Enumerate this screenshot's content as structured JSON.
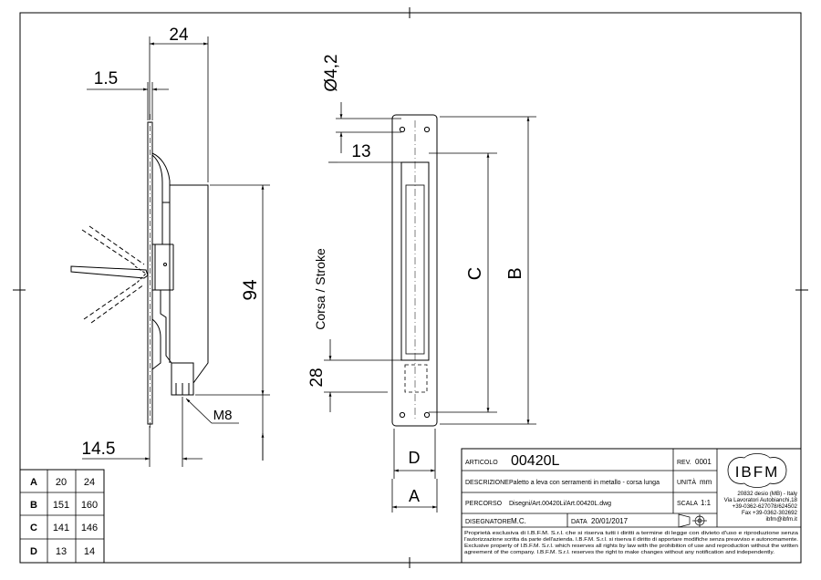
{
  "dimensions": {
    "width_24": "24",
    "thickness": "1.5",
    "hole_dia": "Ø4,2",
    "slot_offset": "13",
    "height_94": "94",
    "stroke_label": "Corsa / Stroke",
    "stroke_28": "28",
    "depth_14_5": "14.5",
    "thread": "M8",
    "dim_c": "C",
    "dim_b": "B",
    "dim_d": "D",
    "dim_a": "A"
  },
  "variants_table": {
    "rows": [
      {
        "label": "A",
        "v1": "20",
        "v2": "24"
      },
      {
        "label": "B",
        "v1": "151",
        "v2": "160"
      },
      {
        "label": "C",
        "v1": "141",
        "v2": "146"
      },
      {
        "label": "D",
        "v1": "13",
        "v2": "14"
      }
    ]
  },
  "title_block": {
    "articolo_label": "ARTICOLO",
    "articolo_value": "00420L",
    "rev_label": "REV.",
    "rev_value": "0001",
    "descrizione_label": "DESCRIZIONE",
    "descrizione_value": "Paletto a leva con serramenti in metallo - corsa lunga",
    "unita_label": "UNITÀ",
    "unita_value": "mm",
    "percorso_label": "PERCORSO",
    "percorso_value": "Disegni/Art.00420Li/Art.00420L.dwg",
    "scala_label": "SCALA",
    "scala_value": "1:1",
    "disegnatore_label": "DISEGNATORE",
    "disegnatore_value": "M.C.",
    "data_label": "DATA",
    "data_value": "20/01/2017",
    "logo_text": "IBFM",
    "company_address": [
      "20832 desio (MB) - Italy",
      "Via Lavoratori Autobianchi,18",
      "+39-0362-627078/624502",
      "Fax +39-0362-302692",
      "ibfm@ibfm.it"
    ],
    "legal_lines": [
      "Proprietà esclusiva di I.B.F.M. S.r.l. che si riserva tutti i diritti a termine di legge con divieto d'uso e riproduzione senza",
      "l'autorizzazione scritta da parte dell'azienda. I.B.F.M. S.r.l. si riserva il diritto di apportare modifiche senza preavviso e autonomamente.",
      "Exclusive property of I.B.F.M. S.r.l. which reserves all rights by law with the prohibition of use and reproduction without the written",
      "agreement of the company. I.B.F.M. S.r.l. reserves the right to make changes without any notification and independently."
    ]
  }
}
